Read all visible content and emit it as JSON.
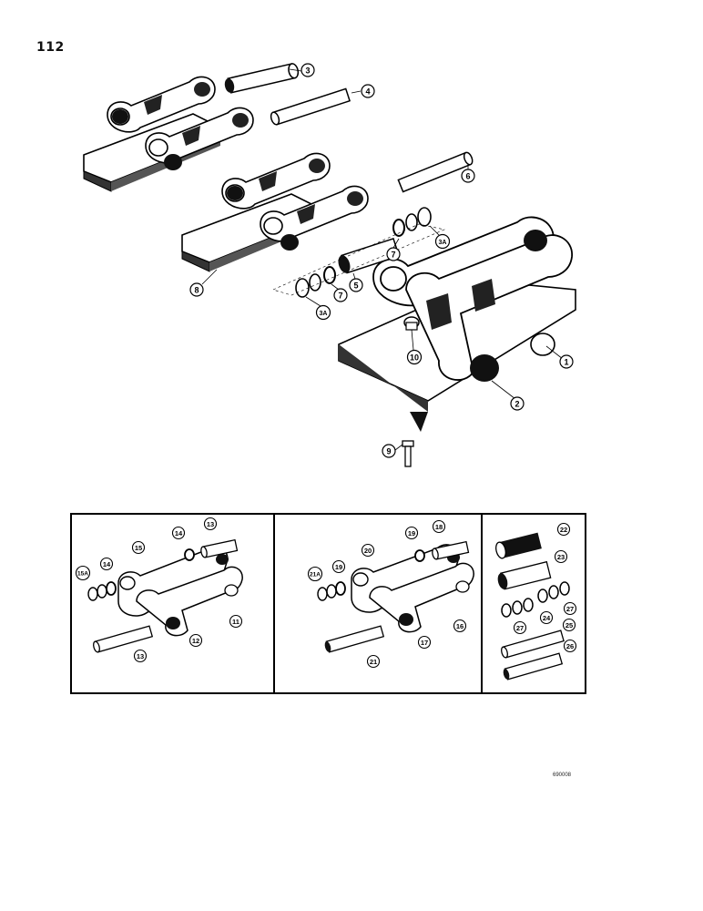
{
  "page_number": "112",
  "figure_code": "690008",
  "callouts": {
    "main": {
      "c1": "1",
      "c2": "2",
      "c3": "3",
      "c3a_upper": "3A",
      "c3a_lower": "3A",
      "c4": "4",
      "c5": "5",
      "c6": "6",
      "c7_upper": "7",
      "c7_lower": "7",
      "c8": "8",
      "c9": "9",
      "c10": "10"
    },
    "panel1": {
      "c11": "11",
      "c12": "12",
      "c13_top": "13",
      "c13_bottom": "13",
      "c14_top": "14",
      "c14_left": "14",
      "c15": "15",
      "c15a": "15A"
    },
    "panel2": {
      "c16": "16",
      "c17": "17",
      "c18": "18",
      "c19_top": "19",
      "c19_left": "19",
      "c20": "20",
      "c21": "21",
      "c21a": "21A"
    },
    "panel3": {
      "c22": "22",
      "c23": "23",
      "c24": "24",
      "c25": "25",
      "c26": "26",
      "c27_left": "27",
      "c27_right": "27"
    }
  }
}
